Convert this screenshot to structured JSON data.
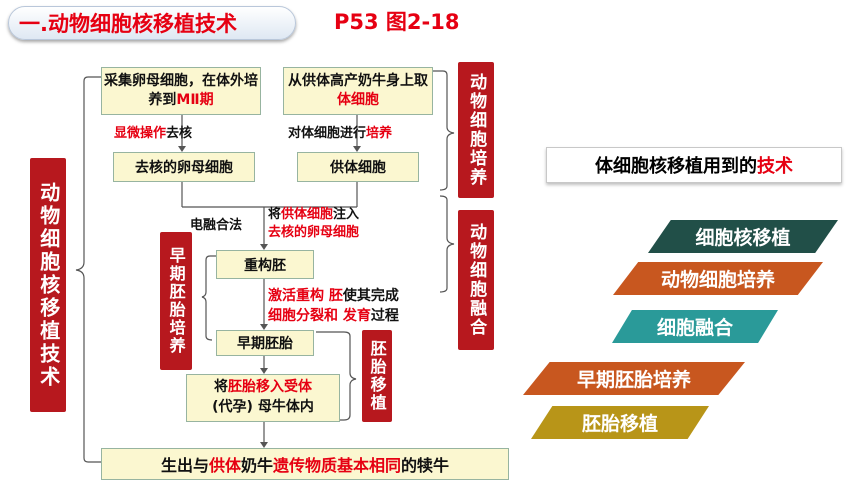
{
  "header": {
    "section_number": "一.",
    "section_title": "动物细胞核移植技术",
    "page_ref": "P53 图2-18"
  },
  "left_bar": {
    "label": "动物细胞核移植技术"
  },
  "right_bars": {
    "culture": "动物细胞培养",
    "fusion": "动物细胞融合",
    "transplant": "胚胎移植"
  },
  "mid_bar": {
    "label": "早期胚胎培养"
  },
  "flow": {
    "egg": {
      "part1": "采集卵母细胞，在体外培养到",
      "part2": "MⅡ期"
    },
    "donor": {
      "part1": "从供体高产奶牛身上取",
      "part2": "体细胞"
    },
    "enucleate": {
      "part1": "显微操作",
      "part2": "去核"
    },
    "culture_step": {
      "part1": "对体细胞进行",
      "part2": "培养"
    },
    "enucleated_egg": "去核的卵母细胞",
    "donor_cell": "供体细胞",
    "electrofusion": "电融合法",
    "inject": {
      "p1": "将",
      "p2": "供体细胞",
      "p3": "注入",
      "p4": "去核的卵母细胞"
    },
    "reconstructed": "重构胚",
    "activate": {
      "p1": "激活重构 胚",
      "p2": "使其完成",
      "p3": "细胞分裂和 发育",
      "p4": "过程"
    },
    "early_embryo": "早期胚胎",
    "transfer": {
      "p1": "将",
      "p2": "胚胎移入受体",
      "p3": "(代孕) 母牛体内"
    },
    "result": {
      "p1": "生出与",
      "p2": "供体",
      "p3": "奶牛",
      "p4": "遗传物质基本相同",
      "p5": "的犊牛"
    }
  },
  "techniques": {
    "heading_part1": "体细胞核移植用到的",
    "heading_part2": "技术",
    "items": [
      {
        "label": "细胞核移植",
        "color": "#214f48"
      },
      {
        "label": "动物细胞培养",
        "color": "#c8571f"
      },
      {
        "label": "细胞融合",
        "color": "#2a9a99"
      },
      {
        "label": "早期胚胎培养",
        "color": "#c8571f"
      },
      {
        "label": "胚胎移植",
        "color": "#b89518"
      }
    ]
  },
  "colors": {
    "accent_red": "#e60012",
    "bar_red": "#b7181e",
    "box_fill": "#fbf7d0"
  }
}
